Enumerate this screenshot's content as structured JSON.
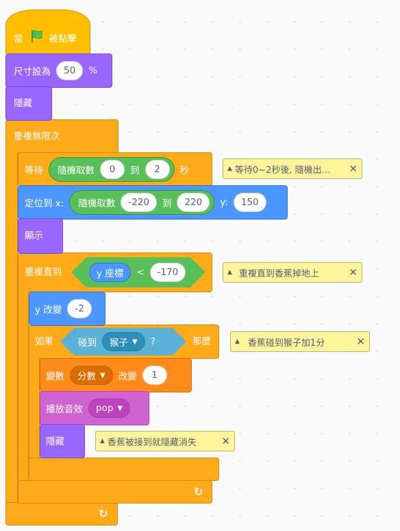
{
  "script": {
    "when_flag": {
      "pre": "當",
      "flag_icon": "green-flag-icon",
      "post": "被點擊"
    },
    "set_size": {
      "label": "尺寸設為",
      "value": "50",
      "unit": "%"
    },
    "hide_1": "隱藏",
    "forever": {
      "label": "重複無限次"
    },
    "wait": {
      "label": "等待",
      "random": "隨機取數",
      "from": "0",
      "to_word": "到",
      "to": "2",
      "unit": "秒"
    },
    "goto": {
      "label": "定位到 x:",
      "random": "隨機取數",
      "from": "-220",
      "to_word": "到",
      "to": "220",
      "y_label": "y:",
      "y": "150"
    },
    "show": "顯示",
    "repeat_until": {
      "label": "重複直到",
      "y_reporter": "y 座標",
      "op": "<",
      "value": "-170"
    },
    "change_y": {
      "label": "y 改變",
      "value": "-2"
    },
    "if_block": {
      "if_label": "如果",
      "touch": "碰到",
      "target": "猴子",
      "q": "?",
      "then": "那麼"
    },
    "change_var": {
      "label": "變數",
      "var": "分數",
      "by": "改變",
      "value": "1"
    },
    "play_sound": {
      "label": "播放音效",
      "sound": "pop"
    },
    "hide_2": "隱藏"
  },
  "comments": [
    {
      "text": "等待0~2秒後, 隨機出…"
    },
    {
      "text": "重複直到香蕉掉地上"
    },
    {
      "text": "香蕉碰到猴子加1分"
    },
    {
      "text": "香蕉被接到就隱藏消失"
    }
  ],
  "colors": {
    "events": "#ffbf00",
    "looks": "#9966ff",
    "control": "#ffab19",
    "motion": "#4c97ff",
    "variables": "#ff8c1a",
    "sound": "#cf63cf",
    "operators": "#59c059",
    "sensing": "#5cb1d6",
    "comment": "#fef49c",
    "canvas": "#f9f9f9"
  }
}
